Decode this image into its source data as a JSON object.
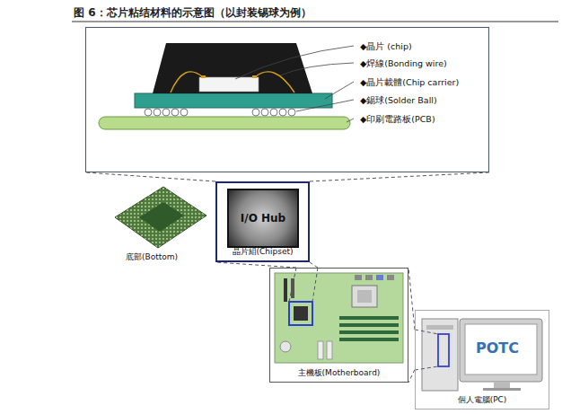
{
  "diagram": {
    "title": "图 6：芯片粘结材料的示意图（以封装锡球为例）",
    "nodes": [
      {
        "text": [
          "◆晶片 (chip)",
          "◆焊線(Bonding wire)",
          "◆晶片載體(Chip carrier)",
          "◆錫球(Solder Ball)",
          "◆印刷電路板(PCB)"
        ]
      },
      {
        "text": [
          "晶片組(Chipset)"
        ]
      },
      {
        "text": [
          "I/O Hub"
        ],
        "in": 1
      },
      {
        "text": [
          "主機板(Motherboard)"
        ]
      },
      {
        "text": [
          "個人電腦(PC)"
        ]
      }
    ],
    "edges": [
      {
        "from": 1,
        "to": 0,
        "arrow": "none"
      },
      {
        "from": 3,
        "to": 1,
        "arrow": "none"
      },
      {
        "from": 4,
        "to": 3,
        "arrow": "none"
      }
    ],
    "labels": [
      "底部(Bottom)",
      "POTC"
    ]
  }
}
